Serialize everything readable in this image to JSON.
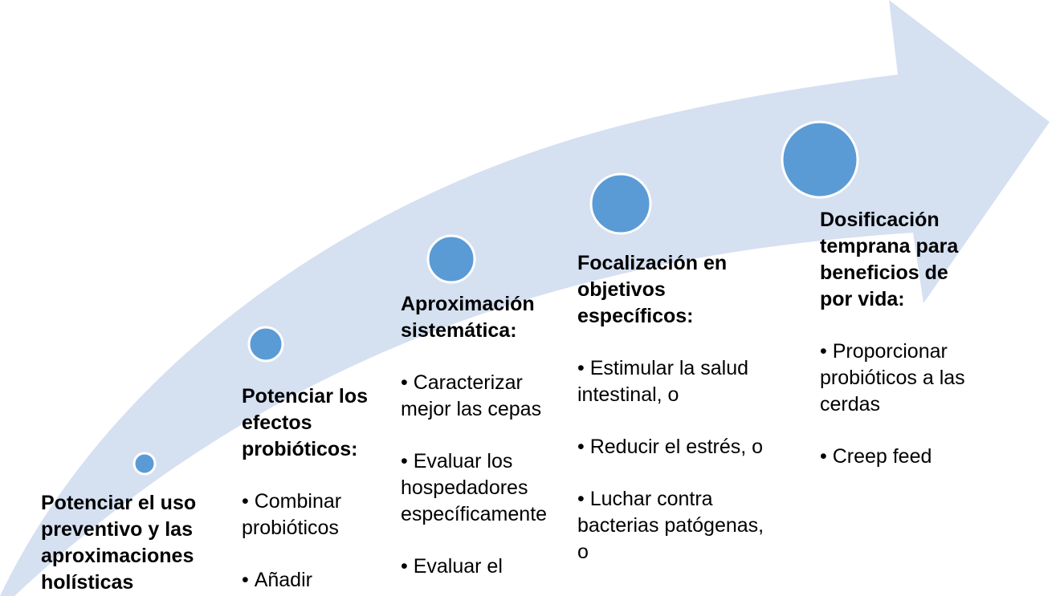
{
  "diagram": {
    "colors": {
      "arrow": "#d5e0f1",
      "dot": "#5b9bd5",
      "dot_border": "#ffffff",
      "text": "#000000"
    },
    "stages": [
      {
        "heading": "Potenciar el uso\npreventivo y las\naproximaciones\nholísticas",
        "bullets": []
      },
      {
        "heading": "Potenciar los\nefectos\nprobióticos:",
        "bullets": [
          "Combinar\nprobióticos",
          "Añadir"
        ]
      },
      {
        "heading": "Aproximación\nsistemática:",
        "bullets": [
          "Caracterizar\nmejor las cepas",
          "Evaluar los\nhospedadores\nespecíficamente",
          "Evaluar el"
        ]
      },
      {
        "heading": "Focalización en\nobjetivos\nespecíficos:",
        "bullets": [
          "Estimular la salud\nintestinal, o",
          "Reducir el estrés, o",
          "Luchar contra\nbacterias patógenas,\no"
        ]
      },
      {
        "heading": "Dosificación\ntemprana para\nbeneficios de\npor vida:",
        "bullets": [
          "Proporcionar\nprobióticos a las\ncerdas",
          "Creep feed"
        ]
      }
    ]
  }
}
